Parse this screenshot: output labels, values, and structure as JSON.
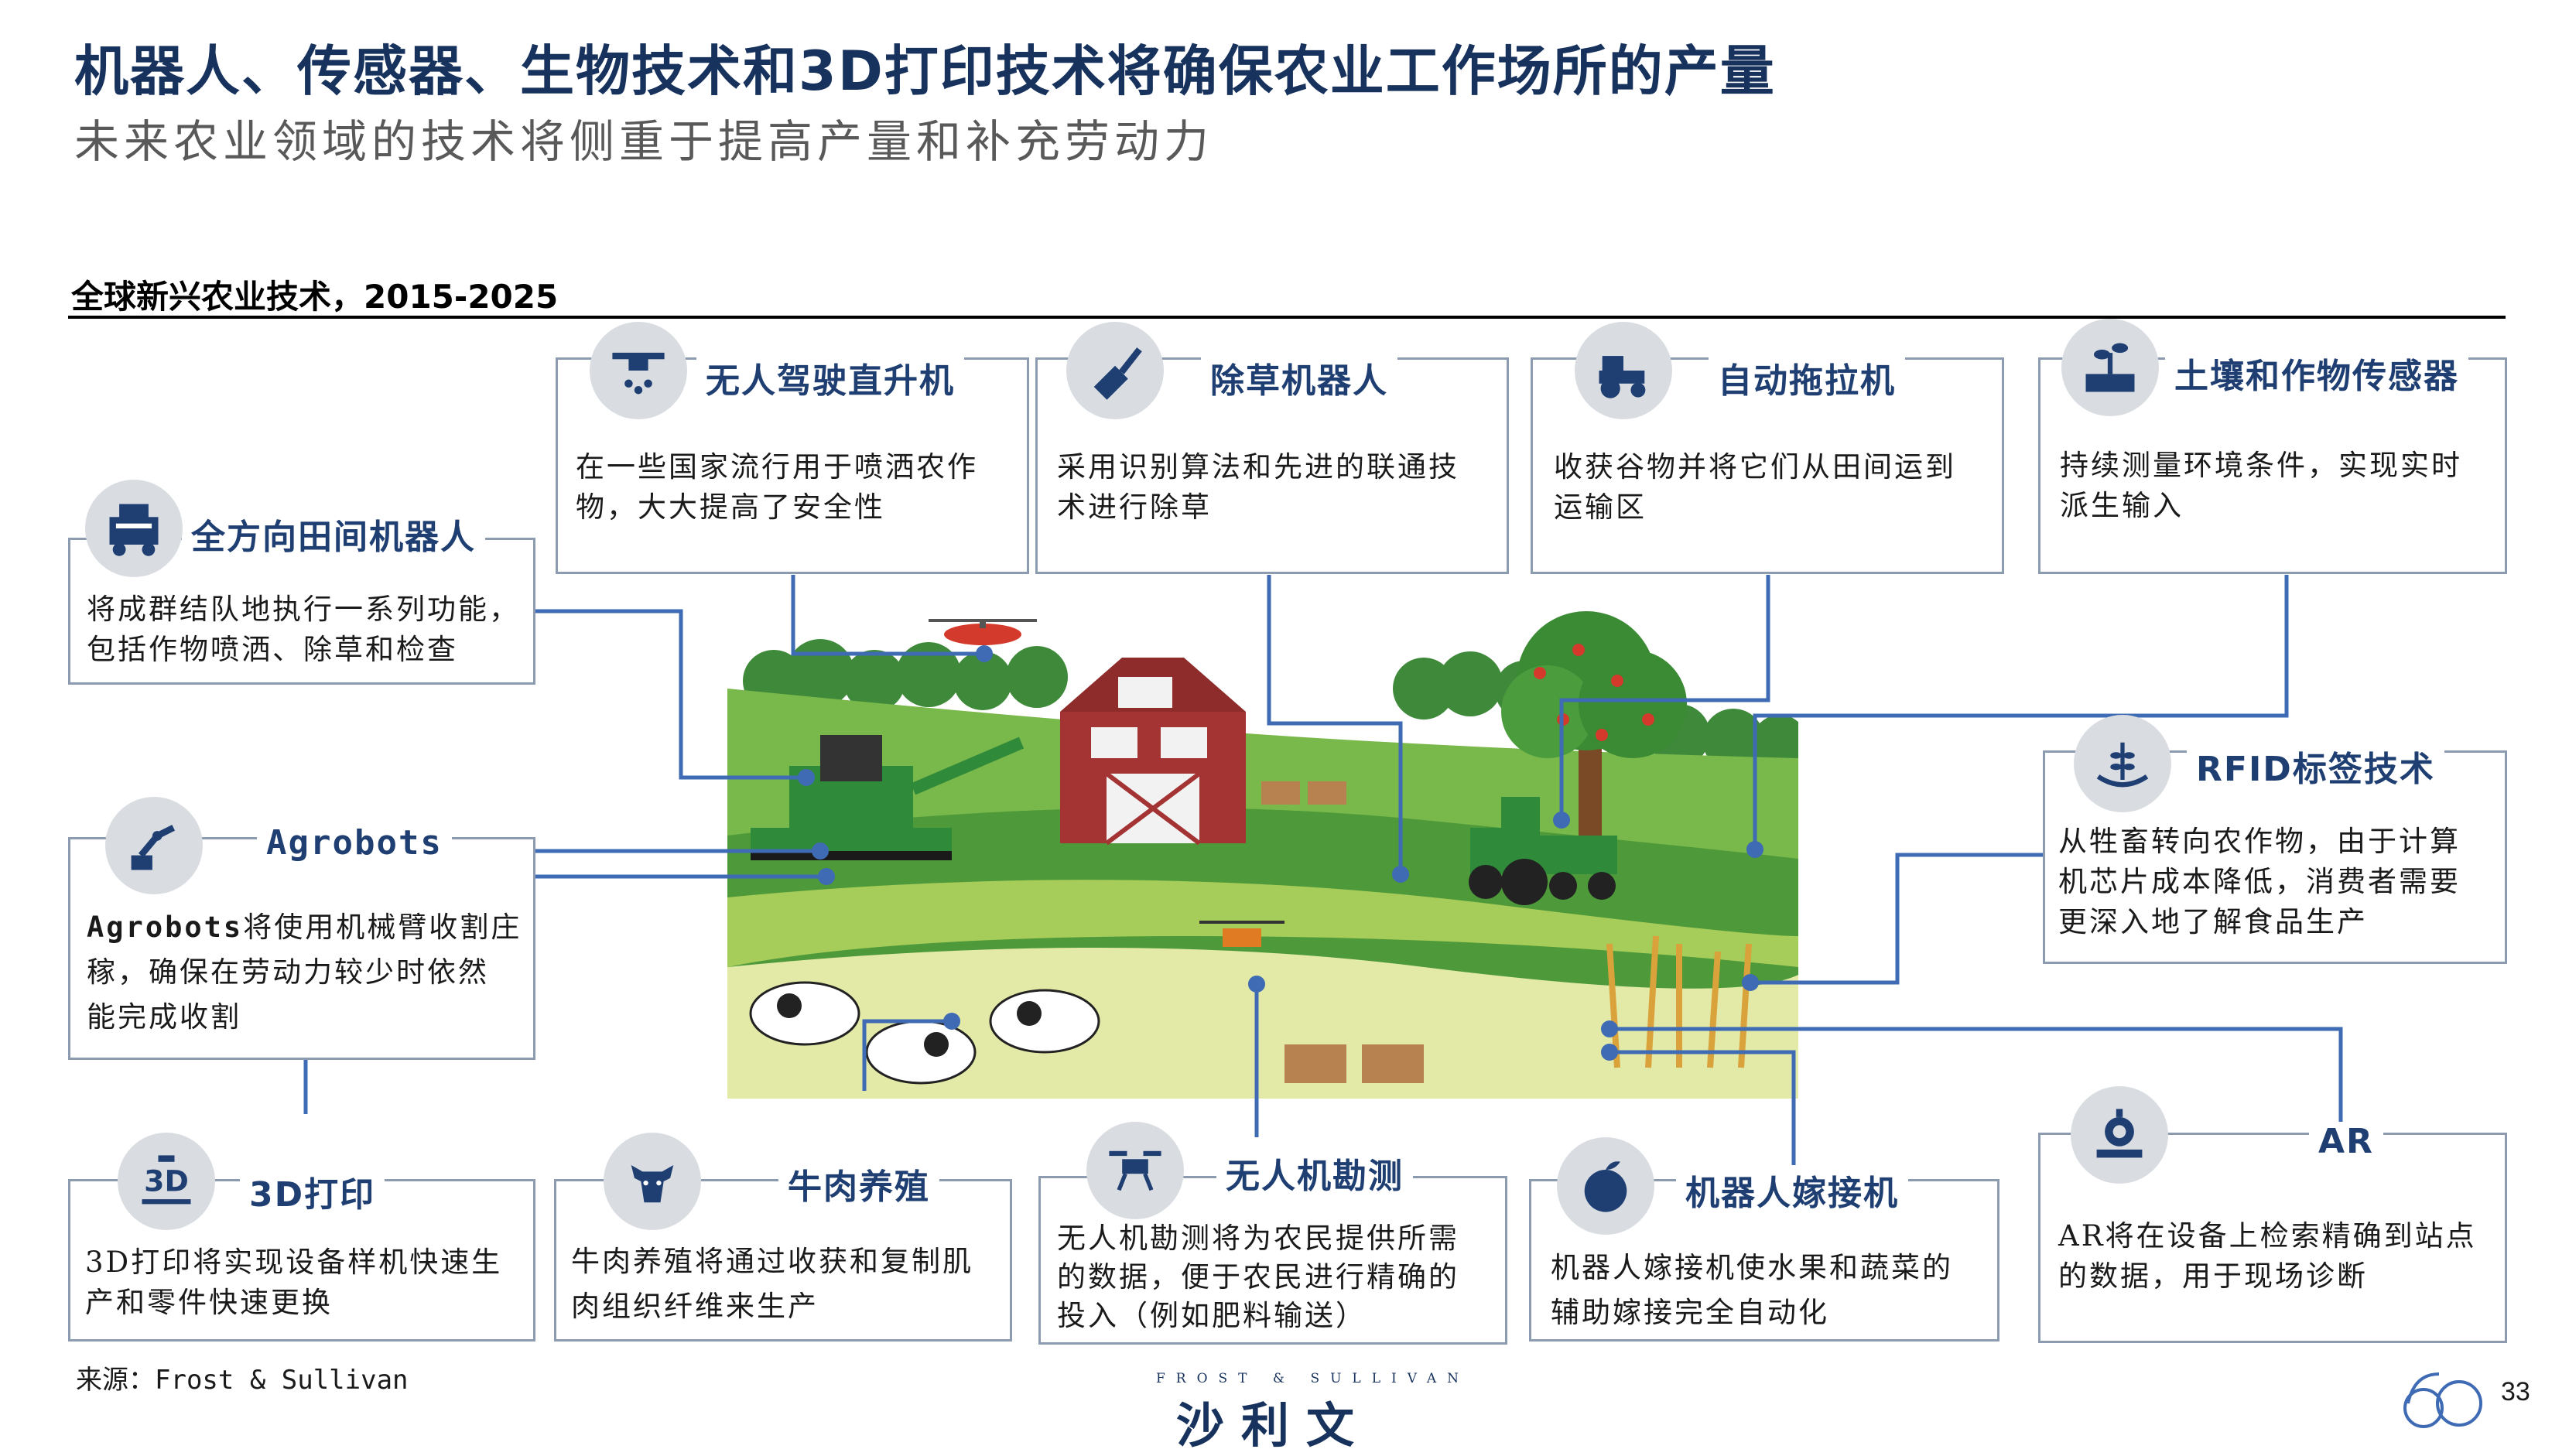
{
  "header": {
    "title": "机器人、传感器、生物技术和3D打印技术将确保农业工作场所的产量",
    "subtitle": "未来农业领域的技术将侧重于提高产量和补充劳动力",
    "section_title": "全球新兴农业技术，2015-2025"
  },
  "cards": {
    "omni_robot": {
      "title": "全方向田间机器人",
      "line1": "将成群结队地执行一系列功能，",
      "line2": "包括作物喷洒、除草和检查",
      "icon": "farm-robot-icon"
    },
    "drone_heli": {
      "title": "无人驾驶直升机",
      "line1": "在一些国家流行用于喷洒农作",
      "line2": "物，大大提高了安全性",
      "icon": "spray-drone-icon"
    },
    "weeding_robot": {
      "title": "除草机器人",
      "line1": "采用识别算法和先进的联通技",
      "line2": "术进行除草",
      "icon": "trowel-icon"
    },
    "tractor": {
      "title": "自动拖拉机",
      "line1": "收获谷物并将它们从田间运到",
      "line2": "运输区",
      "icon": "tractor-icon"
    },
    "soil_sensor": {
      "title": "土壤和作物传感器",
      "line1": "持续测量环境条件，实现实时",
      "line2": "派生输入",
      "icon": "plant-sensor-icon"
    },
    "rfid": {
      "title": "RFID标签技术",
      "line1": "从牲畜转向农作物，由于计算",
      "line2": "机芯片成本降低，消费者需要",
      "line3": "更深入地了解食品生产",
      "icon": "wheat-chip-icon"
    },
    "agrobots": {
      "title": "Agrobots",
      "body_bold": "Agrobots",
      "line1_rest": "将使用机械臂收割庄",
      "line2": "稼，确保在劳动力较少时依然",
      "line3": "能完成收割",
      "icon": "robot-arm-icon"
    },
    "print3d": {
      "title": "3D打印",
      "line1": "3D打印将实现设备样机快速生",
      "line2": "产和零件快速更换",
      "icon": "3d-print-icon"
    },
    "beef": {
      "title": "牛肉养殖",
      "line1": "牛肉养殖将通过收获和复制肌",
      "line2": "肉组织纤维来生产",
      "icon": "cow-head-icon"
    },
    "drone_survey": {
      "title": "无人机勘测",
      "line1": "无人机勘测将为农民提供所需",
      "line2": "的数据，便于农民进行精确的",
      "line3": "投入（例如肥料输送）",
      "icon": "drone-icon"
    },
    "grafting": {
      "title": "机器人嫁接机",
      "line1": "机器人嫁接机使水果和蔬菜的",
      "line2": "辅助嫁接完全自动化",
      "icon": "fruit-icon"
    },
    "ar": {
      "title": "AR",
      "line1": "AR将在设备上检索精确到站点",
      "line2": "的数据，用于现场诊断",
      "icon": "ar-device-icon"
    }
  },
  "footer": {
    "source": "来源：Frost & Sullivan",
    "brand_small": "FROST & SULLIVAN",
    "brand_big": "沙利文",
    "page_number": "33"
  },
  "colors": {
    "title": "#17325c",
    "card_title": "#1f3f73",
    "card_border": "#8c9bb0",
    "connector": "#3e6bb4",
    "icon_bg": "#d9dce1",
    "icon_fg": "#1f3f73"
  }
}
